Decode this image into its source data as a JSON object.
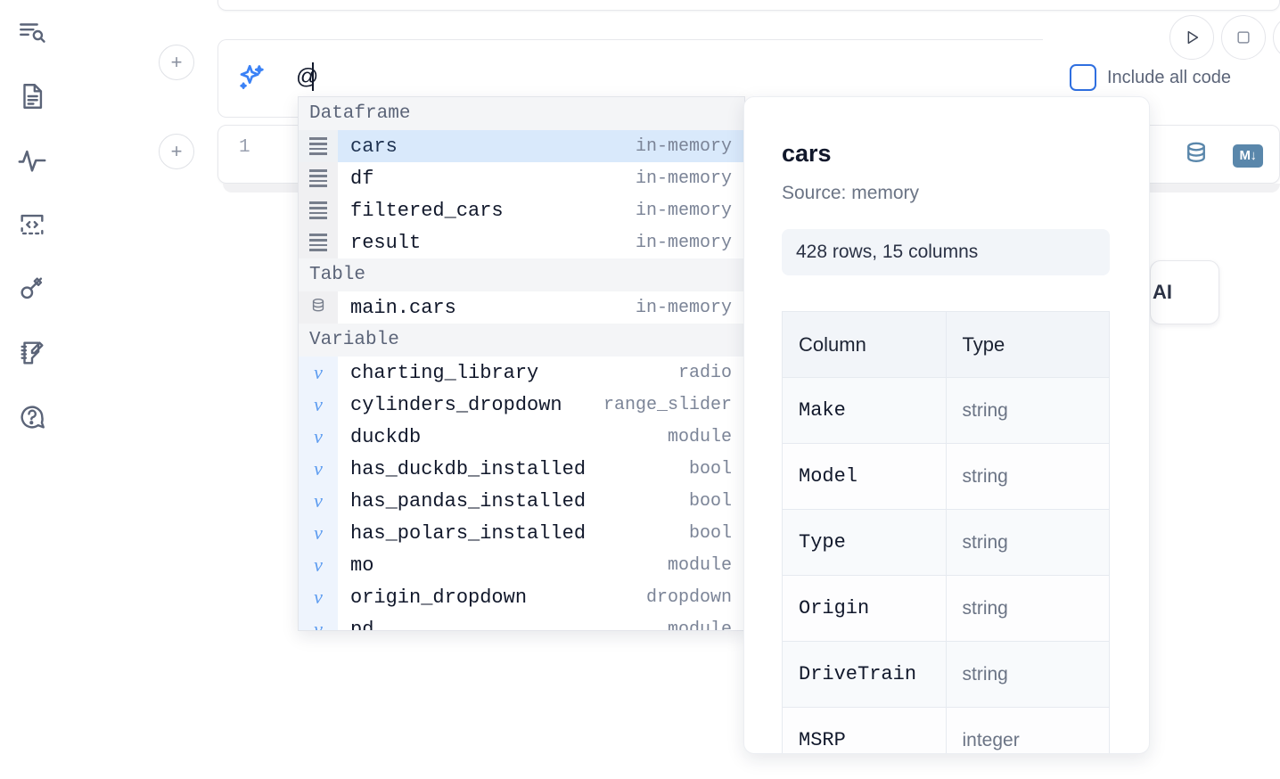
{
  "rail": {
    "items": [
      {
        "name": "search-outline-icon",
        "label": "Outline search"
      },
      {
        "name": "file-text-icon",
        "label": "Notebook file"
      },
      {
        "name": "activity-pulse-icon",
        "label": "Activity"
      },
      {
        "name": "code-brackets-icon",
        "label": "Snippets"
      },
      {
        "name": "key-icon",
        "label": "Secrets"
      },
      {
        "name": "notebook-edit-icon",
        "label": "Scratchpad"
      },
      {
        "name": "help-chat-icon",
        "label": "Help"
      }
    ]
  },
  "toolbar": {
    "run_label": "Run",
    "stop_label": "Stop",
    "include_all_code_label": "Include all code",
    "include_all_code_checked": false
  },
  "prompt": {
    "icon": "sparkles-icon",
    "value": "@",
    "placeholder": ""
  },
  "cell": {
    "line_number": "1",
    "database_icon": "database-icon",
    "markdown_icon": "markdown-icon",
    "markdown_label": "M"
  },
  "ai_button": {
    "label": "AI"
  },
  "add_buttons": {
    "label": "+"
  },
  "autocomplete": {
    "groups": [
      {
        "header": "Dataframe",
        "icon": "dataframe-icon",
        "items": [
          {
            "name": "cars",
            "type": "in-memory",
            "selected": true
          },
          {
            "name": "df",
            "type": "in-memory",
            "selected": false
          },
          {
            "name": "filtered_cars",
            "type": "in-memory",
            "selected": false
          },
          {
            "name": "result",
            "type": "in-memory",
            "selected": false
          }
        ]
      },
      {
        "header": "Table",
        "icon": "table-db-icon",
        "items": [
          {
            "name": "main.cars",
            "type": "in-memory",
            "selected": false
          }
        ]
      },
      {
        "header": "Variable",
        "icon": "variable-icon",
        "items": [
          {
            "name": "charting_library",
            "type": "radio",
            "selected": false
          },
          {
            "name": "cylinders_dropdown",
            "type": "range_slider",
            "selected": false
          },
          {
            "name": "duckdb",
            "type": "module",
            "selected": false
          },
          {
            "name": "has_duckdb_installed",
            "type": "bool",
            "selected": false
          },
          {
            "name": "has_pandas_installed",
            "type": "bool",
            "selected": false
          },
          {
            "name": "has_polars_installed",
            "type": "bool",
            "selected": false
          },
          {
            "name": "mo",
            "type": "module",
            "selected": false
          },
          {
            "name": "origin_dropdown",
            "type": "dropdown",
            "selected": false
          },
          {
            "name": "pd",
            "type": "module",
            "selected": false
          }
        ]
      }
    ]
  },
  "detail": {
    "title": "cars",
    "source": "Source: memory",
    "shape": "428 rows, 15 columns",
    "table": {
      "headers": [
        "Column",
        "Type"
      ],
      "rows": [
        [
          "Make",
          "string"
        ],
        [
          "Model",
          "string"
        ],
        [
          "Type",
          "string"
        ],
        [
          "Origin",
          "string"
        ],
        [
          "DriveTrain",
          "string"
        ],
        [
          "MSRP",
          "integer"
        ]
      ]
    }
  },
  "colors": {
    "accent_blue": "#2f6fe0",
    "selection_blue": "#d9e9fb",
    "icon_gray": "#5b6478",
    "db_icon": "#5a87ab"
  }
}
